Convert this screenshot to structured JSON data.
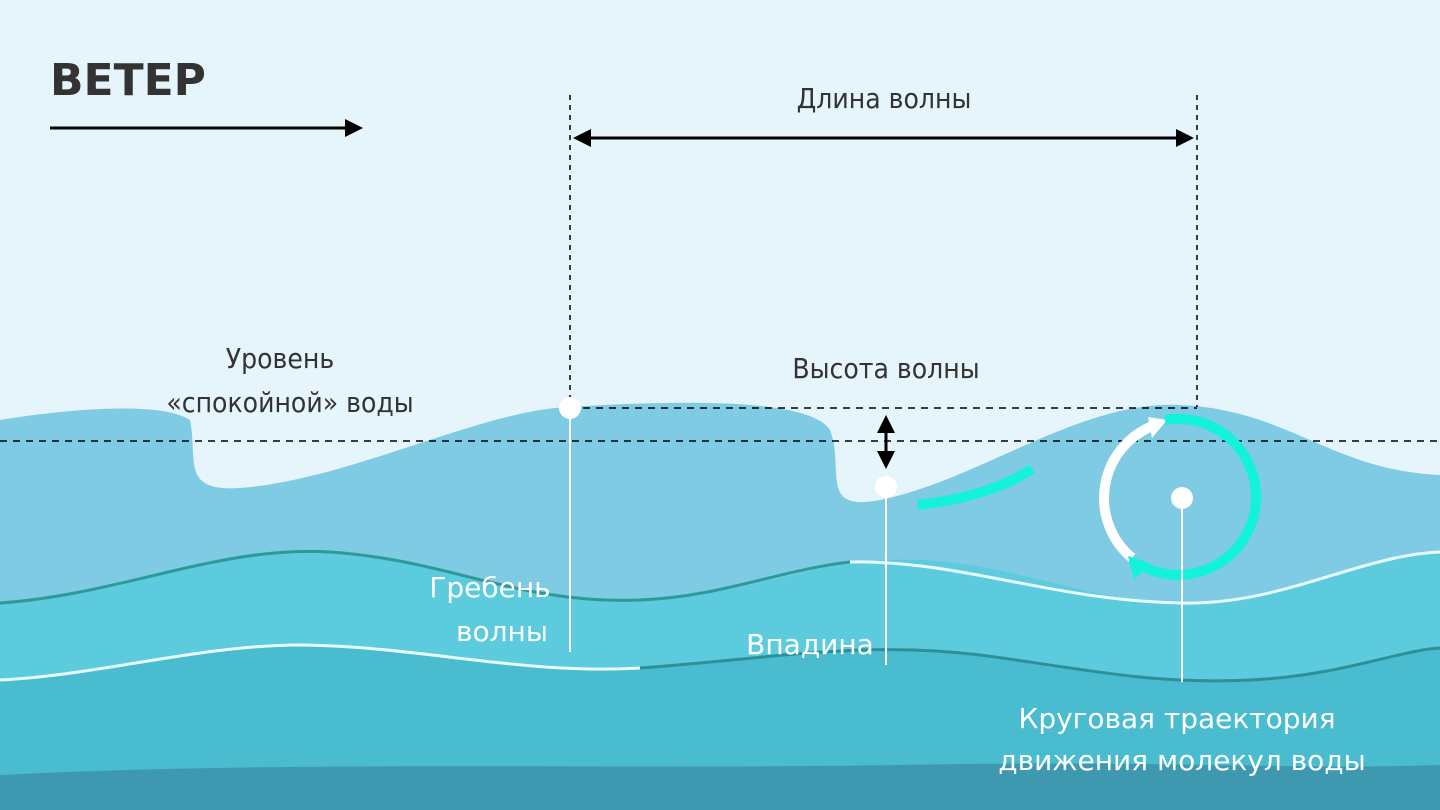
{
  "title": "ВЕТЕР",
  "labels": {
    "wavelength": "Длина волны",
    "wave_height": "Высота волны",
    "still_water_1": "Уровень",
    "still_water_2": "«спокойной» воды",
    "crest_1": "Гребень",
    "crest_2": "волны",
    "trough": "Впадина",
    "orbit_1": "Круговая траектория",
    "orbit_2": "движения молекул воды"
  },
  "colors": {
    "sky": "#e6f4fb",
    "water_top": "#7ecbe3",
    "water_mid": "#5ccbdd",
    "water_deep": "#49bccf",
    "accent": "#12f2dc"
  }
}
